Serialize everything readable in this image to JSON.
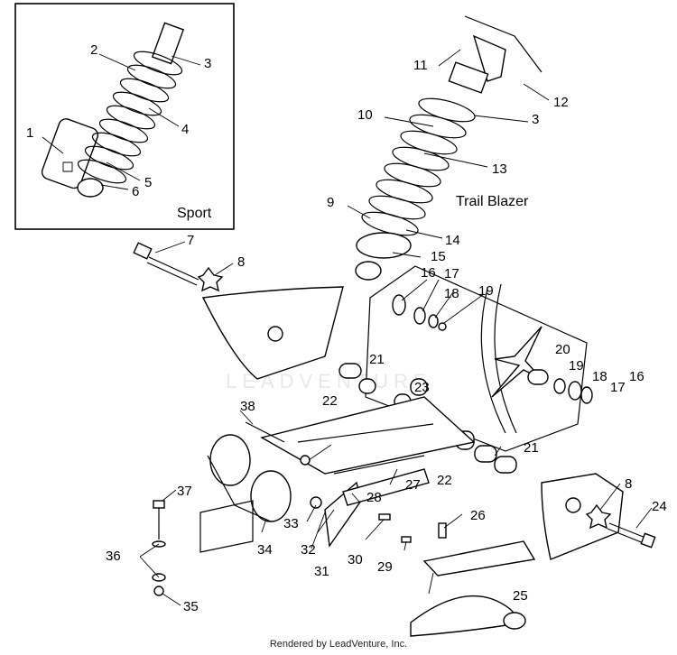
{
  "labels": {
    "sport": "Sport",
    "trail_blazer": "Trail Blazer"
  },
  "watermark": "LEADVENTURE",
  "footer": "Rendered by LeadVenture, Inc.",
  "callouts": [
    "1",
    "2",
    "3",
    "4",
    "5",
    "6",
    "7",
    "8",
    "3",
    "9",
    "10",
    "11",
    "12",
    "13",
    "14",
    "15",
    "16",
    "17",
    "18",
    "19",
    "20",
    "19",
    "18",
    "17",
    "16",
    "21",
    "21",
    "22",
    "22",
    "23",
    "24",
    "25",
    "26",
    "27",
    "28",
    "29",
    "30",
    "31",
    "32",
    "33",
    "34",
    "35",
    "36",
    "37",
    "38",
    "8"
  ]
}
